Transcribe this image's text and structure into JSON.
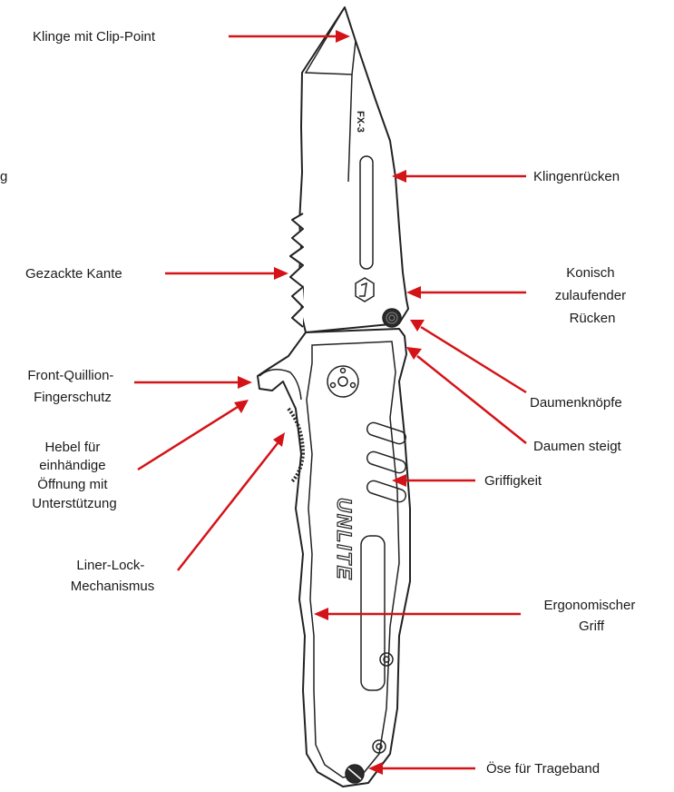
{
  "colors": {
    "arrow": "#d41318",
    "outline": "#222222",
    "text": "#1a1a1a",
    "background": "#ffffff"
  },
  "blade_marking": "FX-3",
  "handle_marking": "UNLITE",
  "labels": {
    "clip_point": "Klinge mit Clip-Point",
    "spine": "Klingenrücken",
    "serrated_edge": "Gezackte Kante",
    "tapered_spine": [
      "Konisch",
      "zulaufender",
      "Rücken"
    ],
    "thumb_studs": "Daumenknöpfe",
    "thumb_rise": "Daumen steigt",
    "quillion": [
      "Front-Quillion-",
      "Fingerschutz"
    ],
    "flipper": [
      "Hebel für",
      "einhändige",
      "Öffnung mit",
      "Unterstützung"
    ],
    "grip": "Griffigkeit",
    "liner_lock": [
      "Liner-Lock-",
      "Mechanismus"
    ],
    "ergonomic": [
      "Ergonomischer",
      "Griff"
    ],
    "lanyard": "Öse für Trageband",
    "edge_cut": "g"
  }
}
